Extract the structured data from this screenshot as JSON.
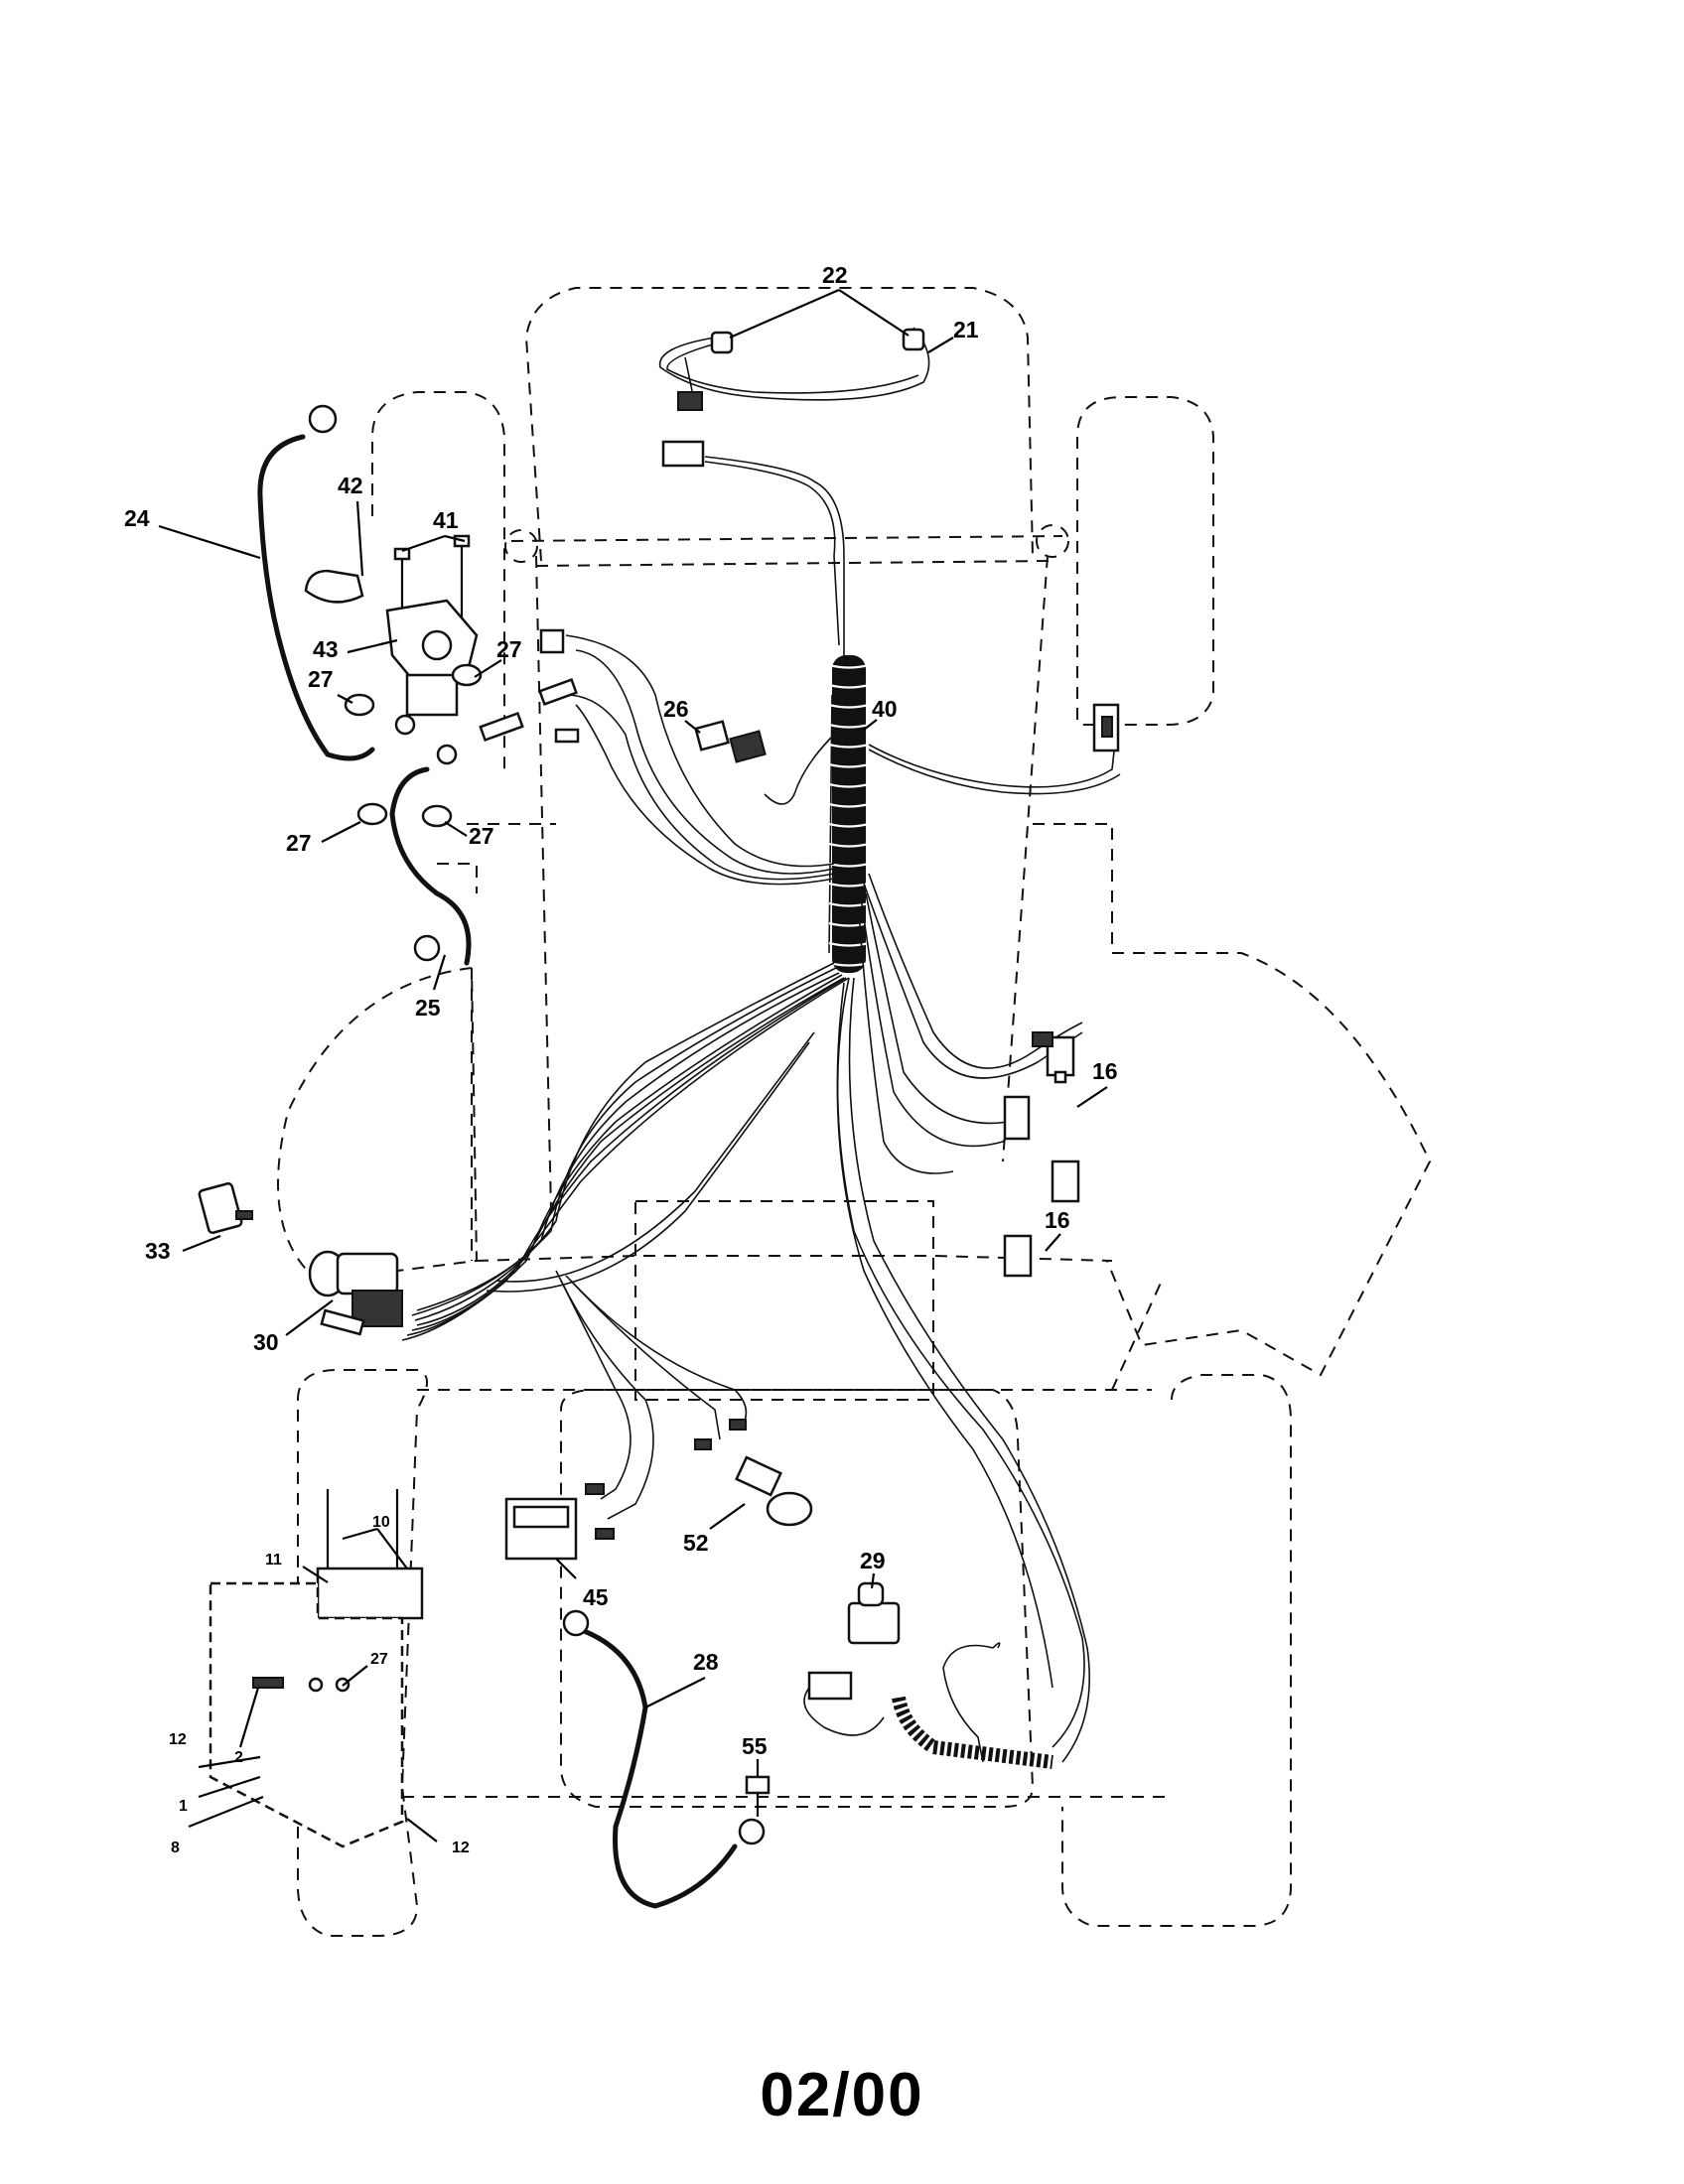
{
  "footer": {
    "date_code": "02/00"
  },
  "callouts": {
    "c22": "22",
    "c21": "21",
    "c24": "24",
    "c42": "42",
    "c41": "41",
    "c43": "43",
    "c27a": "27",
    "c27b": "27",
    "c27c": "27",
    "c27d": "27",
    "c26": "26",
    "c40": "40",
    "c25": "25",
    "c16a": "16",
    "c16b": "16",
    "c33": "33",
    "c30": "30",
    "c10": "10",
    "c11": "11",
    "c27e": "27",
    "c12a": "12",
    "c2": "2",
    "c1": "1",
    "c8": "8",
    "c12b": "12",
    "c45": "45",
    "c52": "52",
    "c28": "28",
    "c29": "29",
    "c55": "55"
  }
}
